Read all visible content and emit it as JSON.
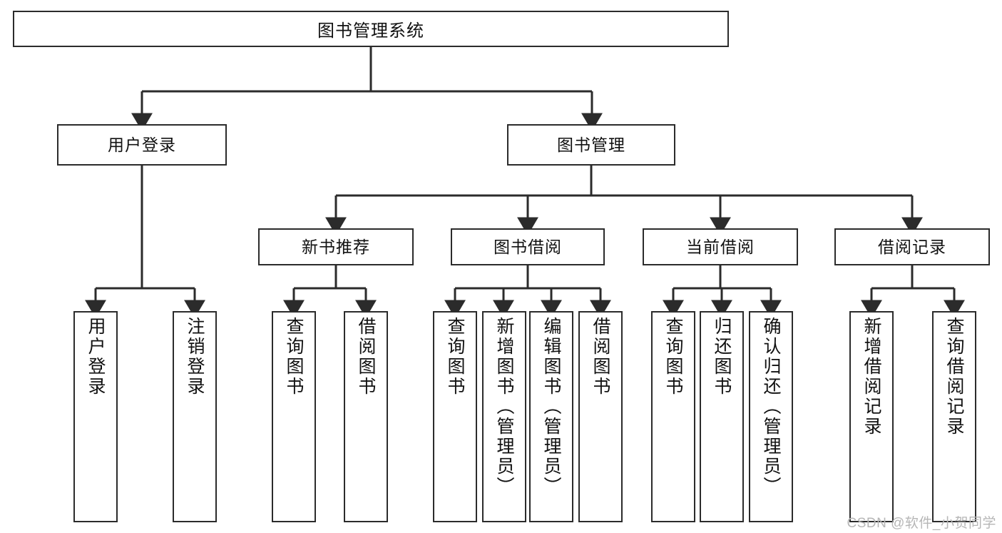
{
  "diagram": {
    "type": "tree",
    "title": "图书管理系统",
    "root": {
      "label": "图书管理系统"
    },
    "level2": [
      {
        "label": "用户登录"
      },
      {
        "label": "图书管理"
      }
    ],
    "level3": [
      {
        "label": "新书推荐"
      },
      {
        "label": "图书借阅"
      },
      {
        "label": "当前借阅"
      },
      {
        "label": "借阅记录"
      }
    ],
    "leaves": {
      "user_login": [
        {
          "label": "用户登录"
        },
        {
          "label": "注销登录"
        }
      ],
      "new_book": [
        {
          "label": "查询图书"
        },
        {
          "label": "借阅图书"
        }
      ],
      "book_borrow": [
        {
          "label": "查询图书"
        },
        {
          "label": "新增图书（管理员）"
        },
        {
          "label": "编辑图书（管理员）"
        },
        {
          "label": "借阅图书"
        }
      ],
      "current_borrow": [
        {
          "label": "查询图书"
        },
        {
          "label": "归还图书"
        },
        {
          "label": "确认归还（管理员）"
        }
      ],
      "borrow_record": [
        {
          "label": "新增借阅记录"
        },
        {
          "label": "查询借阅记录"
        }
      ]
    }
  },
  "watermark": {
    "text": "CSDN @软件_小贺同学"
  },
  "colors": {
    "stroke": "#2b2b2b",
    "fill": "#ffffff",
    "text": "#111111",
    "watermark": "#b6b6b6"
  }
}
